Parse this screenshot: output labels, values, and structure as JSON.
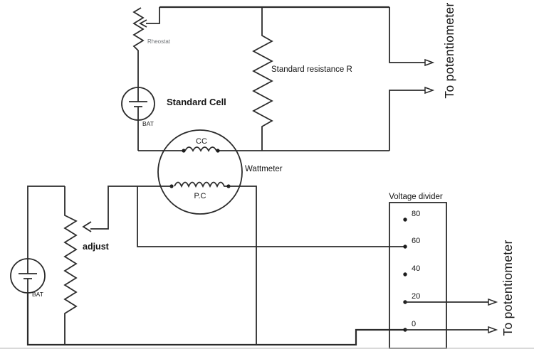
{
  "components": {
    "rheostat": {
      "label": "Rheostat"
    },
    "standard_cell": {
      "label": "Standard Cell",
      "battery_label": "BAT"
    },
    "standard_resistance": {
      "label": "Standard resistance R"
    },
    "wattmeter": {
      "label": "Wattmeter",
      "current_coil": "CC",
      "potential_coil": "P.C"
    },
    "adjust_rheostat": {
      "label": "adjust"
    },
    "supply_battery": {
      "battery_label": "BAT"
    },
    "voltage_divider": {
      "title": "Voltage divider",
      "taps": [
        "80",
        "60",
        "40",
        "20",
        "0"
      ]
    },
    "outputs": {
      "top_label": "To potentiometer",
      "bottom_label": "To potentiometer"
    }
  },
  "colors": {
    "wire": "#2b2b2b",
    "text": "#141414",
    "rheostat_label": "#6e7276",
    "background": "#ffffff"
  }
}
